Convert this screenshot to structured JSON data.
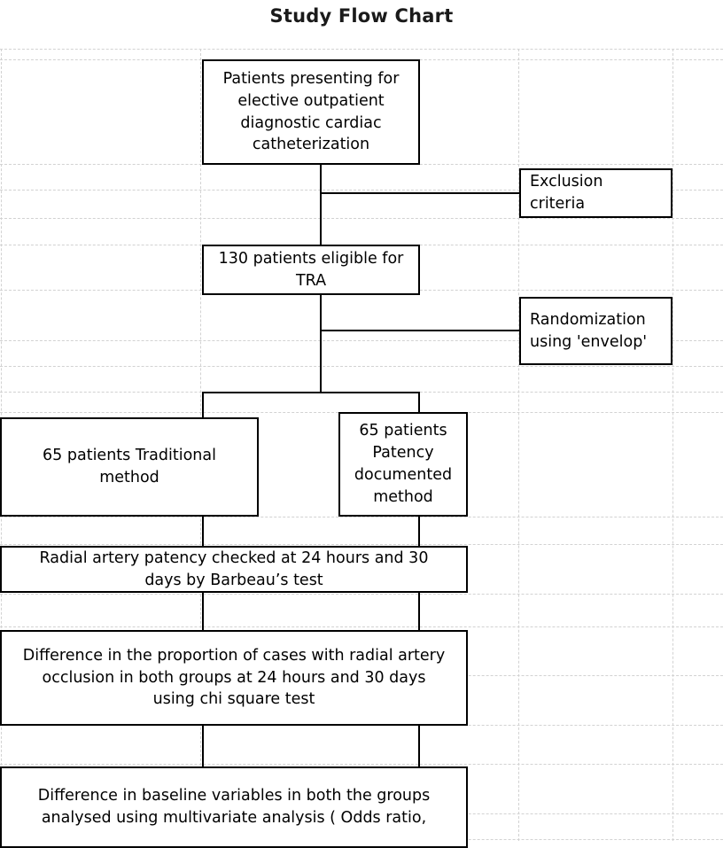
{
  "page": {
    "title": "Study Flow Chart",
    "background_color": "#ffffff",
    "line_color": "#000000",
    "gridline_color": "#d2d2d2"
  },
  "chart_data": {
    "type": "diagram",
    "title": "Study Flow Chart",
    "nodes": [
      {
        "id": "n1",
        "label": "Patients presenting for elective outpatient diagnostic cardiac catheterization"
      },
      {
        "id": "n2",
        "label": "Exclusion criteria"
      },
      {
        "id": "n3",
        "label": "130 patients eligible for TRA"
      },
      {
        "id": "n4",
        "label": "Randomization using 'envelop'"
      },
      {
        "id": "n5",
        "label": "65 patients Traditional method"
      },
      {
        "id": "n6",
        "label": "65 patients Patency documented method"
      },
      {
        "id": "n7",
        "label": "Radial artery patency checked at 24 hours and 30 days by Barbeau’s test"
      },
      {
        "id": "n8",
        "label": "Difference in the proportion of cases with radial artery occlusion in both groups at 24 hours and 30 days using chi square test"
      },
      {
        "id": "n9",
        "label": "Difference in baseline variables in both the groups analysed using multivariate analysis ( Odds ratio,"
      }
    ],
    "edges": [
      {
        "from": "n1",
        "to": "n2"
      },
      {
        "from": "n1",
        "to": "n3"
      },
      {
        "from": "n3",
        "to": "n4"
      },
      {
        "from": "n3",
        "to": "n5"
      },
      {
        "from": "n3",
        "to": "n6"
      },
      {
        "from": "n5",
        "to": "n7"
      },
      {
        "from": "n6",
        "to": "n7"
      },
      {
        "from": "n7",
        "to": "n8"
      },
      {
        "from": "n8",
        "to": "n9"
      }
    ]
  },
  "boxes": {
    "patients_presenting": {
      "line1": "Patients presenting for",
      "line2": "elective outpatient",
      "line3": "diagnostic cardiac",
      "line4": "catheterization"
    },
    "exclusion_criteria": {
      "line1": "Exclusion",
      "line2": "criteria"
    },
    "eligible": {
      "line1": "130 patients eligible for",
      "line2": "TRA"
    },
    "randomization": {
      "line1": "Randomization",
      "line2": "using 'envelop'"
    },
    "traditional_method": {
      "line1": "65 patients Traditional",
      "line2": "method"
    },
    "patency_documented": {
      "line1": "65 patients",
      "line2": "Patency",
      "line3": "documented",
      "line4": "method"
    },
    "patency_checked": {
      "line1": "Radial artery patency checked at 24 hours and 30",
      "line2": "days by Barbeau’s test"
    },
    "difference_proportion": {
      "line1": "Difference in the proportion of cases with radial artery",
      "line2": "occlusion in both groups at 24 hours and 30 days",
      "line3": "using chi square test"
    },
    "difference_baseline": {
      "line1": "Difference in baseline variables in both the groups",
      "line2": "analysed using multivariate analysis ( Odds ratio,"
    }
  }
}
